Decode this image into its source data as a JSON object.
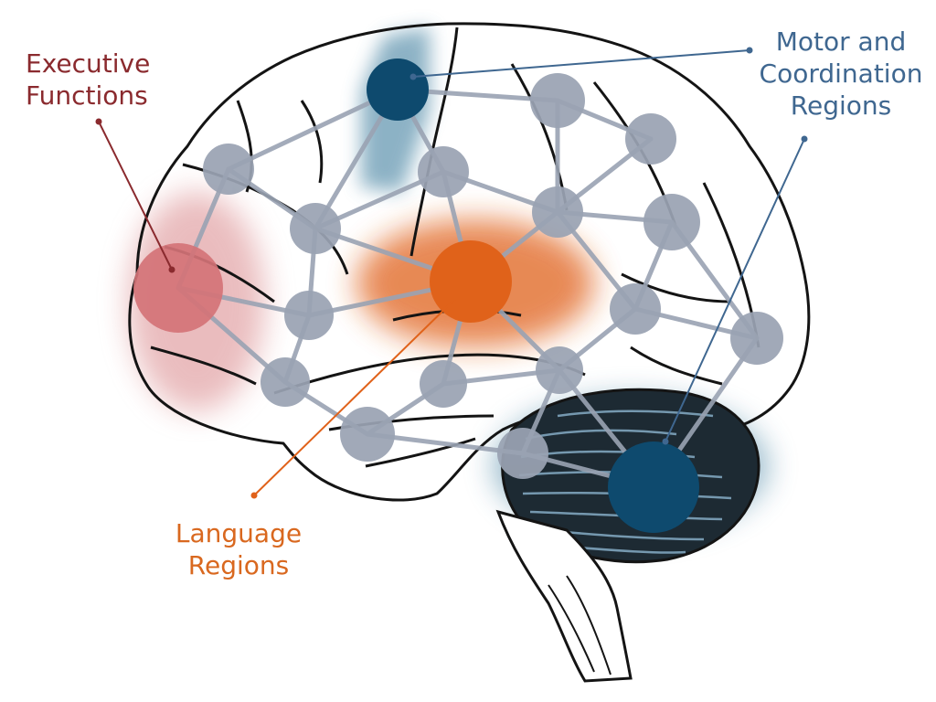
{
  "colors": {
    "executive": "#b23b42",
    "executive_text": "#8a2a2e",
    "motor": "#0e4a6e",
    "motor_text": "#3f6790",
    "language": "#e0621a",
    "language_text": "#d9681f",
    "node": "#9aa3b3",
    "edge": "#9aa3b3",
    "outline": "#141414"
  },
  "labels": {
    "executive": {
      "line1": "Executive",
      "line2": "Functions"
    },
    "motor": {
      "line1": "Motor and",
      "line2": "Coordination",
      "line3": "Regions"
    },
    "language": {
      "line1": "Language",
      "line2": "Regions"
    }
  },
  "icons": [
    "brain-outline",
    "cerebellum",
    "brainstem",
    "network-node"
  ]
}
